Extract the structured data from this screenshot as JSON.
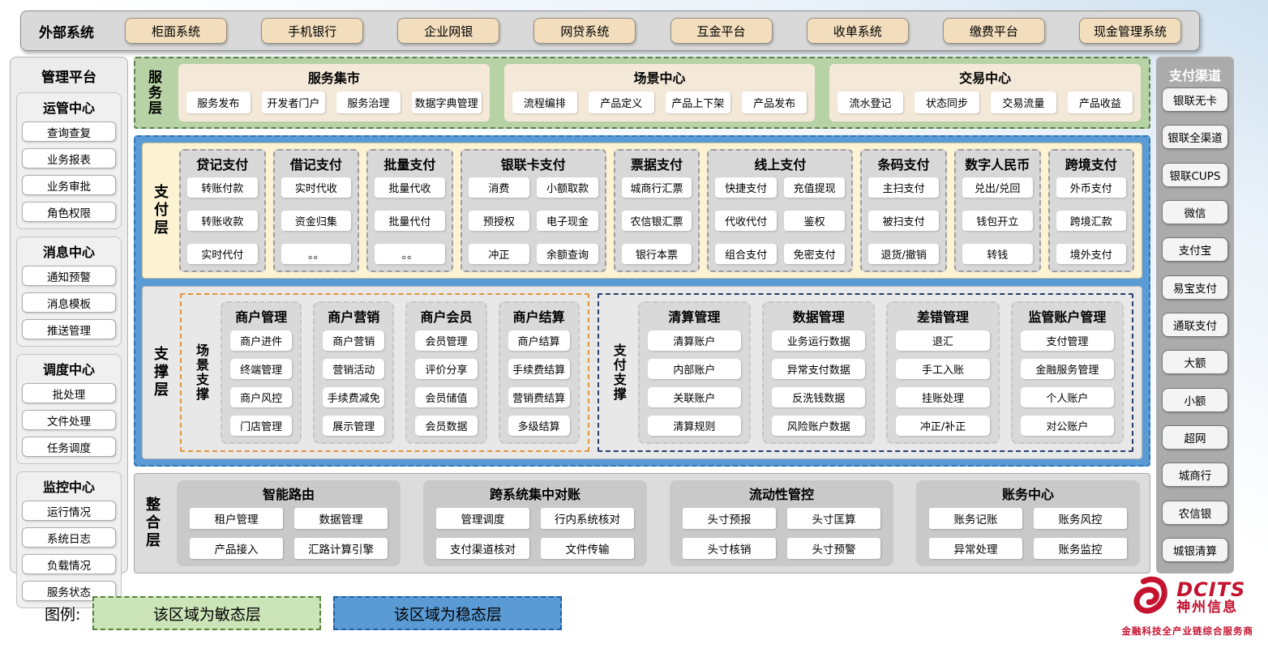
{
  "external": {
    "label": "外部系统",
    "items": [
      "柜面系统",
      "手机银行",
      "企业网银",
      "网贷系统",
      "互金平台",
      "收单系统",
      "缴费平台",
      "现金管理系统"
    ]
  },
  "management": {
    "title": "管理平台",
    "groups": [
      {
        "title": "运管中心",
        "items": [
          "查询查复",
          "业务报表",
          "业务审批",
          "角色权限"
        ]
      },
      {
        "title": "消息中心",
        "items": [
          "通知预警",
          "消息模板",
          "推送管理"
        ]
      },
      {
        "title": "调度中心",
        "items": [
          "批处理",
          "文件处理",
          "任务调度"
        ]
      },
      {
        "title": "监控中心",
        "items": [
          "运行情况",
          "系统日志",
          "负载情况",
          "服务状态"
        ]
      }
    ]
  },
  "service_layer": {
    "label": "服务层",
    "groups": [
      {
        "title": "服务集市",
        "items": [
          "服务发布",
          "开发者门户",
          "服务治理",
          "数据字典管理"
        ]
      },
      {
        "title": "场景中心",
        "items": [
          "流程编排",
          "产品定义",
          "产品上下架",
          "产品发布"
        ]
      },
      {
        "title": "交易中心",
        "items": [
          "流水登记",
          "状态同步",
          "交易流量",
          "产品收益"
        ]
      }
    ]
  },
  "payment_layer": {
    "label": "支付层",
    "groups": [
      {
        "title": "贷记支付",
        "cols": 1,
        "items": [
          "转账付款",
          "转账收款",
          "实时代付"
        ]
      },
      {
        "title": "借记支付",
        "cols": 1,
        "items": [
          "实时代收",
          "资金归集",
          "。。"
        ]
      },
      {
        "title": "批量支付",
        "cols": 1,
        "items": [
          "批量代收",
          "批量代付",
          "。。"
        ]
      },
      {
        "title": "银联卡支付",
        "cols": 2,
        "items": [
          "消费",
          "小额取款",
          "预授权",
          "电子现金",
          "冲正",
          "余额查询"
        ]
      },
      {
        "title": "票据支付",
        "cols": 1,
        "items": [
          "城商行汇票",
          "农信银汇票",
          "银行本票"
        ]
      },
      {
        "title": "线上支付",
        "cols": 2,
        "items": [
          "快捷支付",
          "充值提现",
          "代收代付",
          "鉴权",
          "组合支付",
          "免密支付"
        ]
      },
      {
        "title": "条码支付",
        "cols": 1,
        "items": [
          "主扫支付",
          "被扫支付",
          "退货/撤销"
        ]
      },
      {
        "title": "数字人民币",
        "cols": 1,
        "items": [
          "兑出/兑回",
          "钱包开立",
          "转钱"
        ]
      },
      {
        "title": "跨境支付",
        "cols": 1,
        "items": [
          "外币支付",
          "跨境汇款",
          "境外支付"
        ]
      }
    ]
  },
  "support_layer": {
    "label": "支撑层",
    "regions": [
      {
        "label": "场景支撑",
        "groups": [
          {
            "title": "商户管理",
            "items": [
              "商户进件",
              "终端管理",
              "商户风控",
              "门店管理"
            ]
          },
          {
            "title": "商户营销",
            "items": [
              "商户营销",
              "营销活动",
              "手续费减免",
              "展示管理"
            ]
          },
          {
            "title": "商户会员",
            "items": [
              "会员管理",
              "评价分享",
              "会员储值",
              "会员数据"
            ]
          },
          {
            "title": "商户结算",
            "items": [
              "商户结算",
              "手续费结算",
              "营销费结算",
              "多级结算"
            ]
          }
        ]
      },
      {
        "label": "支付支撑",
        "groups": [
          {
            "title": "清算管理",
            "items": [
              "清算账户",
              "内部账户",
              "关联账户",
              "清算规则"
            ]
          },
          {
            "title": "数据管理",
            "items": [
              "业务运行数据",
              "异常支付数据",
              "反洗钱数据",
              "风险账户数据"
            ]
          },
          {
            "title": "差错管理",
            "items": [
              "退汇",
              "手工入账",
              "挂账处理",
              "冲正/补正"
            ]
          },
          {
            "title": "监管账户管理",
            "items": [
              "支付管理",
              "金融服务管理",
              "个人账户",
              "对公账户"
            ]
          }
        ]
      }
    ]
  },
  "integration_layer": {
    "label": "整合层",
    "groups": [
      {
        "title": "智能路由",
        "cols": 2,
        "items": [
          "租户管理",
          "数据管理",
          "产品接入",
          "汇路计算引擎"
        ]
      },
      {
        "title": "跨系统集中对账",
        "cols": 2,
        "items": [
          "管理调度",
          "行内系统核对",
          "支付渠道核对",
          "文件传输"
        ]
      },
      {
        "title": "流动性管控",
        "cols": 2,
        "items": [
          "头寸预报",
          "头寸匡算",
          "头寸核销",
          "头寸预警"
        ]
      },
      {
        "title": "账务中心",
        "cols": 2,
        "items": [
          "账务记账",
          "账务风控",
          "异常处理",
          "账务监控"
        ]
      }
    ]
  },
  "channels": {
    "title": "支付渠道",
    "items": [
      "银联无卡",
      "银联全渠道",
      "银联CUPS",
      "微信",
      "支付宝",
      "易宝支付",
      "通联支付",
      "大额",
      "小额",
      "超网",
      "城商行",
      "农信银",
      "城银清算"
    ]
  },
  "legend": {
    "label": "图例:",
    "agile": "该区域为敏态层",
    "stable": "该区域为稳态层"
  },
  "logo": {
    "name": "DCITS",
    "cn": "神州信息",
    "tagline": "金融科技全产业链综合服务商"
  },
  "colors": {
    "agile_green": "#b7d2a4",
    "stable_blue": "#5b9bd5",
    "tan": "#f2ddbc",
    "cream": "#fdf3d3",
    "scene_orange": "#e0963b",
    "pay_navy": "#24406b",
    "brand_red": "#c4122f"
  }
}
